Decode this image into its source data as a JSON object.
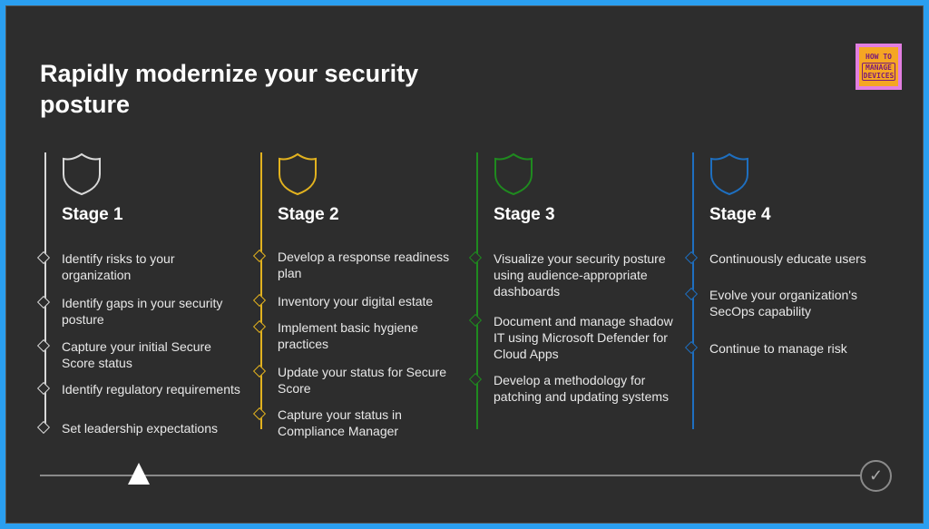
{
  "title": "Rapidly modernize your security posture",
  "logo": {
    "line1": "HOW TO",
    "line2": "MANAGE",
    "line3": "DEVICES"
  },
  "progress": 0.12,
  "stages": [
    {
      "label": "Stage 1",
      "color": "#d9d9d9",
      "items": [
        "Identify risks to your organization",
        "Identify gaps in your security posture",
        "Capture your initial Secure Score status",
        "Identify regulatory requirements",
        "Set leadership expectations"
      ]
    },
    {
      "label": "Stage 2",
      "color": "#e2b21f",
      "items": [
        "Develop a response readiness plan",
        "Inventory your digital estate",
        "Implement basic hygiene practices",
        "Update your status for Secure Score",
        "Capture your status in Compliance Manager"
      ]
    },
    {
      "label": "Stage 3",
      "color": "#1f8a1f",
      "items": [
        "Visualize your security posture using audience-appropriate dashboards",
        "Document and manage shadow IT using Microsoft Defender for Cloud Apps",
        "Develop a methodology for patching and updating systems"
      ]
    },
    {
      "label": "Stage 4",
      "color": "#1e6fc0",
      "items": [
        "Continuously educate users",
        "Evolve your organization's SecOps capability",
        "Continue to manage risk"
      ]
    }
  ]
}
